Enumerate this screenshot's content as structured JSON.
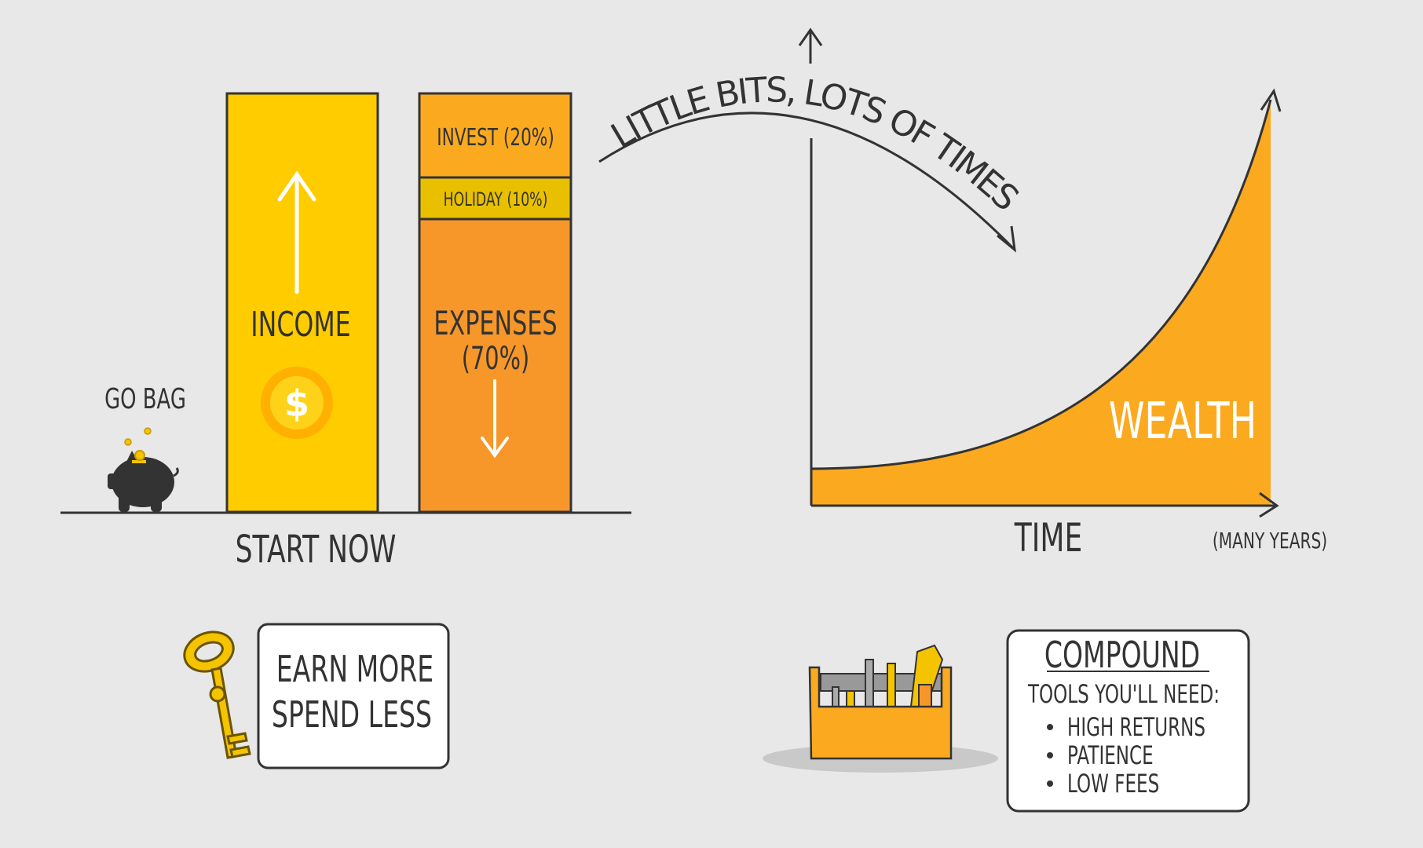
{
  "left_panel": {
    "go_bag_label": "GO BAG",
    "income_label": "INCOME",
    "coin_symbol": "$",
    "invest_label": "INVEST (20%)",
    "holiday_label": "HOLIDAY (10%)",
    "expenses_label": "EXPENSES",
    "expenses_pct": "(70%)",
    "start_label": "START NOW",
    "shares": {
      "invest": 20,
      "holiday": 10,
      "expenses": 70
    }
  },
  "arc_label": "LITTLE BITS, LOTS OF TIMES",
  "graph": {
    "wealth_label": "WEALTH",
    "x_label": "TIME",
    "x_note": "(MANY YEARS)"
  },
  "key_box": {
    "line1": "EARN MORE",
    "line2": "SPEND LESS"
  },
  "compound_box": {
    "title": "COMPOUND",
    "subtitle": "TOOLS YOU'LL NEED:",
    "items": [
      "HIGH RETURNS",
      "PATIENCE",
      "LOW FEES"
    ]
  },
  "colors": {
    "background": "#e8e8e8",
    "income": "#ffcc00",
    "invest": "#fbaa20",
    "holiday": "#e8c000",
    "expenses": "#f7972a",
    "wealth": "#fbaa20",
    "ink": "#333333"
  }
}
